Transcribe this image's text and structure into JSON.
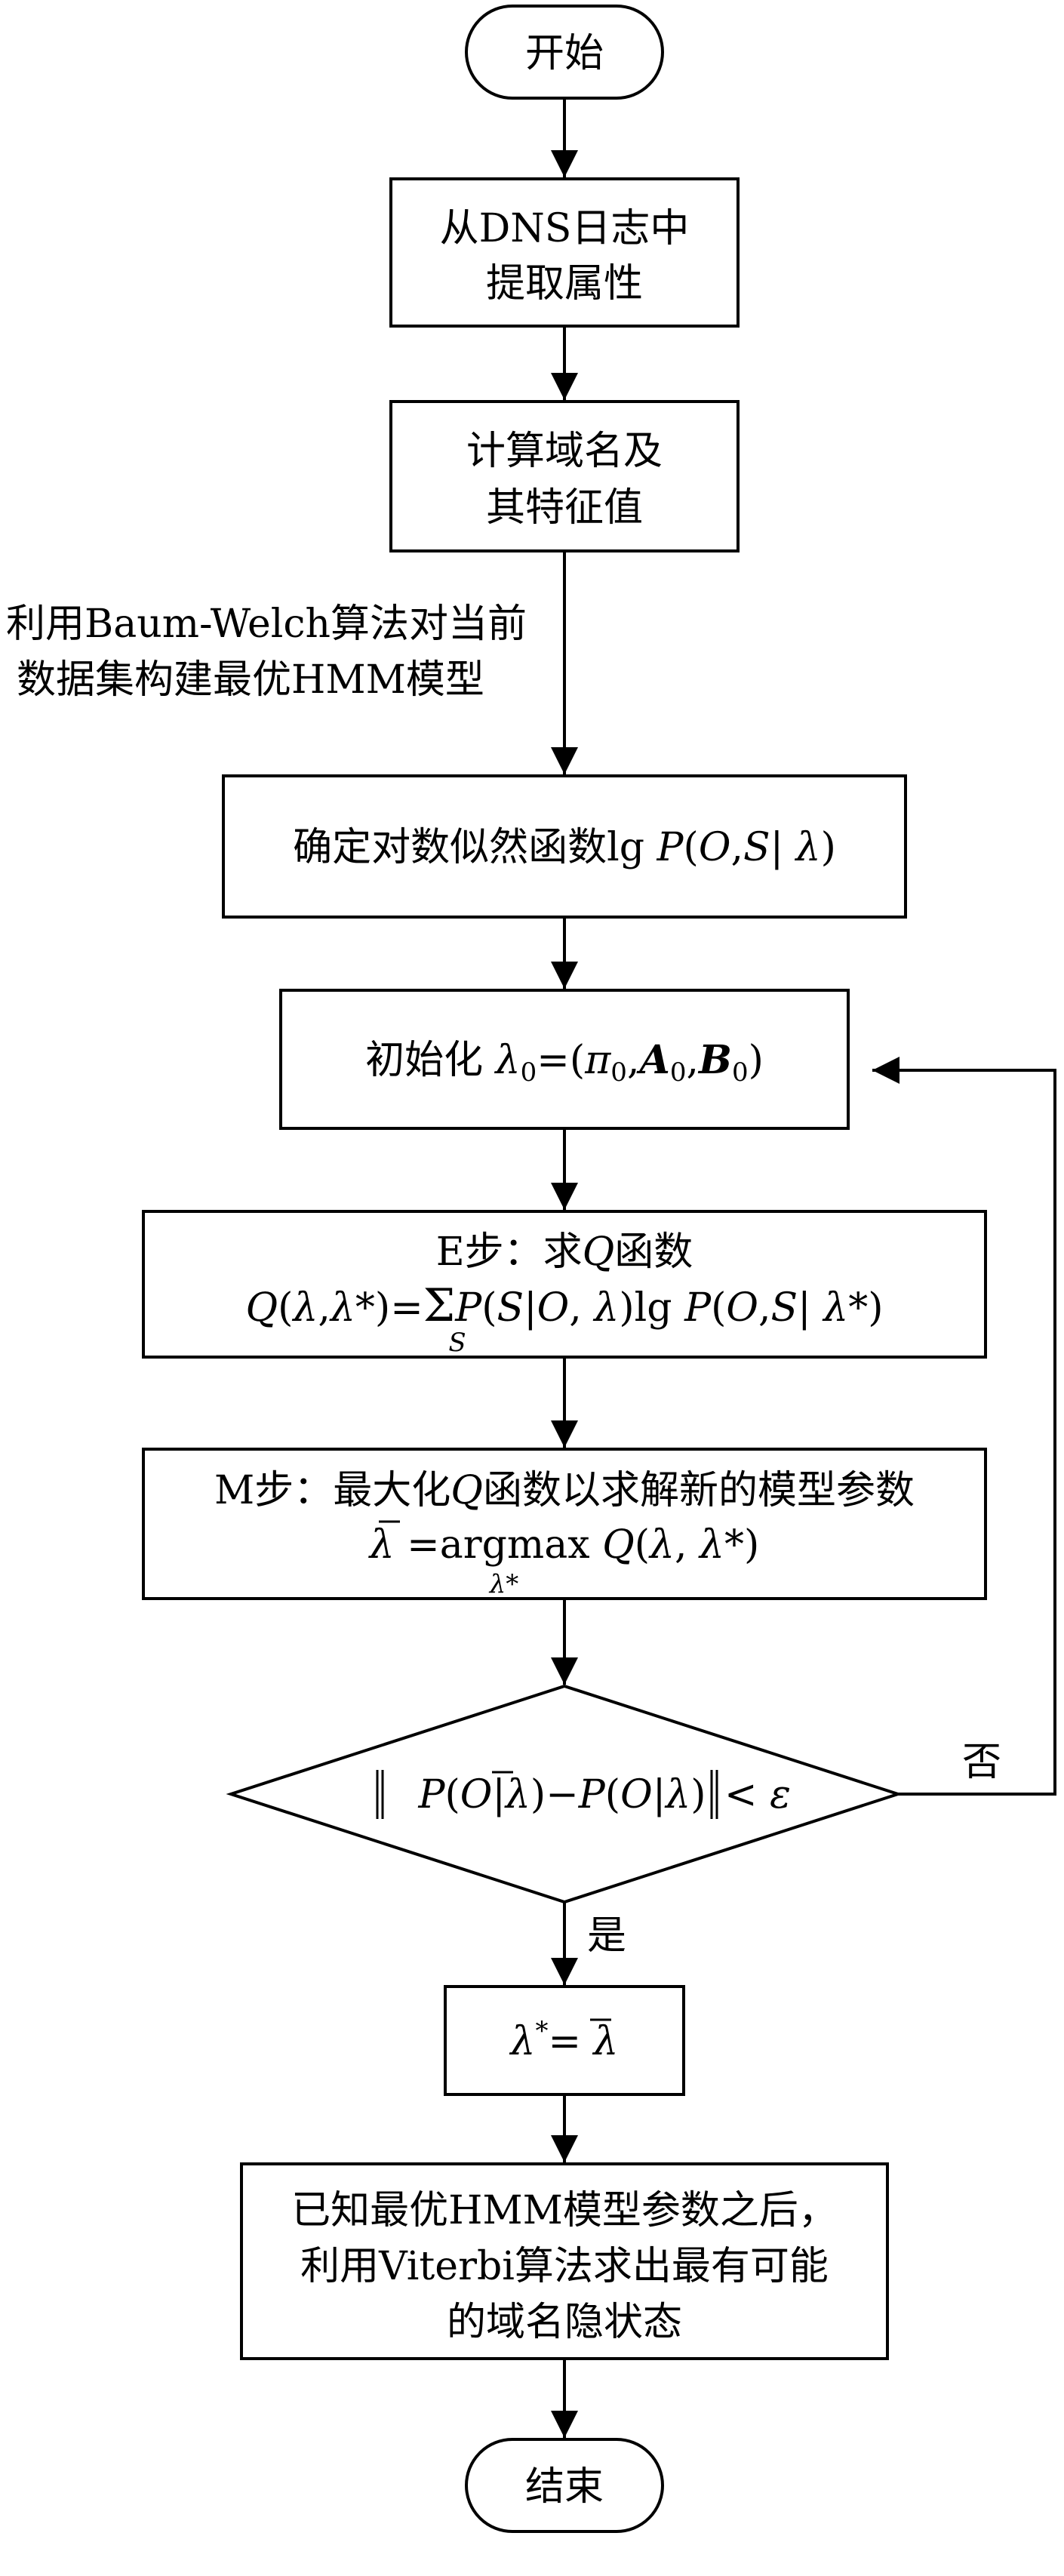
{
  "nodes": {
    "start": "开始",
    "extract": {
      "line1": "从DNS日志中",
      "line2": "提取属性"
    },
    "compute": {
      "line1": "计算域名及",
      "line2": "其特征值"
    },
    "loglik": {
      "prefix": "确定对数似然函数lg ",
      "formula": "P(O,S| λ)"
    },
    "init": {
      "prefix": "初始化 ",
      "formula": "λ0=(π0,A0,B0)"
    },
    "estep": {
      "title": "E步：求Q函数",
      "formula": "Q(λ,λ*)=Σ_S P(S|O, λ)lg P(O,S| λ*)"
    },
    "mstep": {
      "title": "M步：最大化Q函数以求解新的模型参数",
      "formula": "λ̄ =argmax_λ* Q(λ, λ*)"
    },
    "decision": {
      "formula": "‖P(O|λ̄)−P(O|λ)‖< ε"
    },
    "assign": {
      "formula": "λ*= λ̄"
    },
    "viterbi": {
      "line1": "已知最优HMM模型参数之后，",
      "line2": "利用Viterbi算法求出最有可能",
      "line3": "的域名隐状态"
    },
    "end": "结束"
  },
  "edge_labels": {
    "baum_welch_line1": "利用Baum-Welch算法对当前",
    "baum_welch_line2": "数据集构建最优HMM模型",
    "no": "否",
    "yes": "是"
  }
}
